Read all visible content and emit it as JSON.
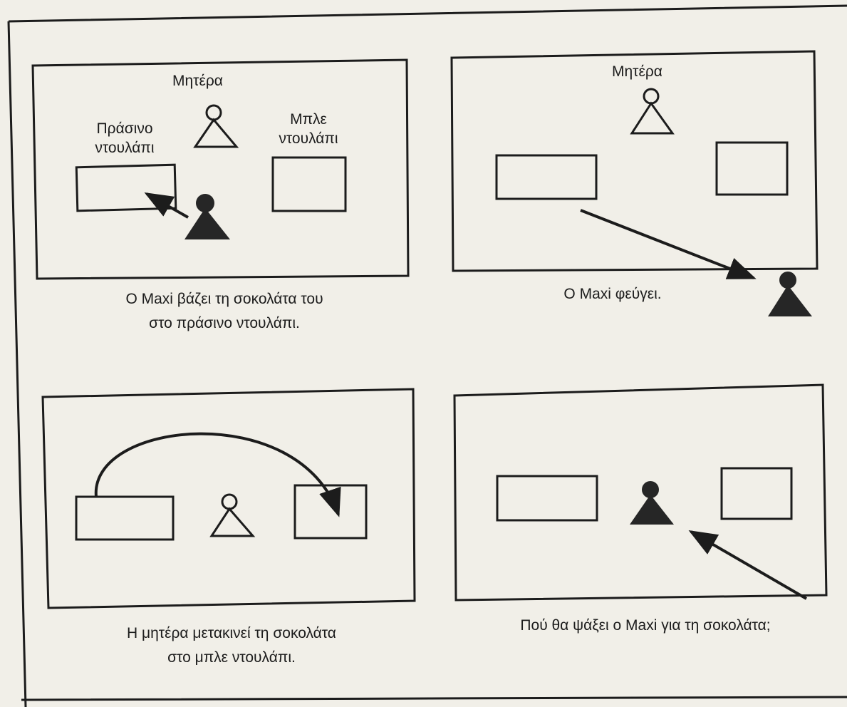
{
  "panels": [
    {
      "labels": {
        "mother": "Μητέρα",
        "green_cupboard_line1": "Πράσινο",
        "green_cupboard_line2": "ντουλάπι",
        "blue_cupboard_line1": "Μπλε",
        "blue_cupboard_line2": "ντουλάπι"
      },
      "caption_lines": [
        "Ο Maxi βάζει τη σοκολάτα του",
        "στο πράσινο ντουλάπι."
      ]
    },
    {
      "labels": {
        "mother": "Μητέρα"
      },
      "caption_lines": [
        "Ο Maxi φεύγει."
      ]
    },
    {
      "labels": {},
      "caption_lines": [
        "Η μητέρα μετακινεί τη σοκολάτα",
        "στο μπλε ντουλάπι."
      ]
    },
    {
      "labels": {},
      "caption_lines": [
        "Πού θα ψάξει ο Maxi για τη σοκολάτα;"
      ]
    }
  ],
  "colors": {
    "paper": "#f1efe8",
    "ink": "#1c1c1c",
    "figure_dark": "#262626"
  }
}
